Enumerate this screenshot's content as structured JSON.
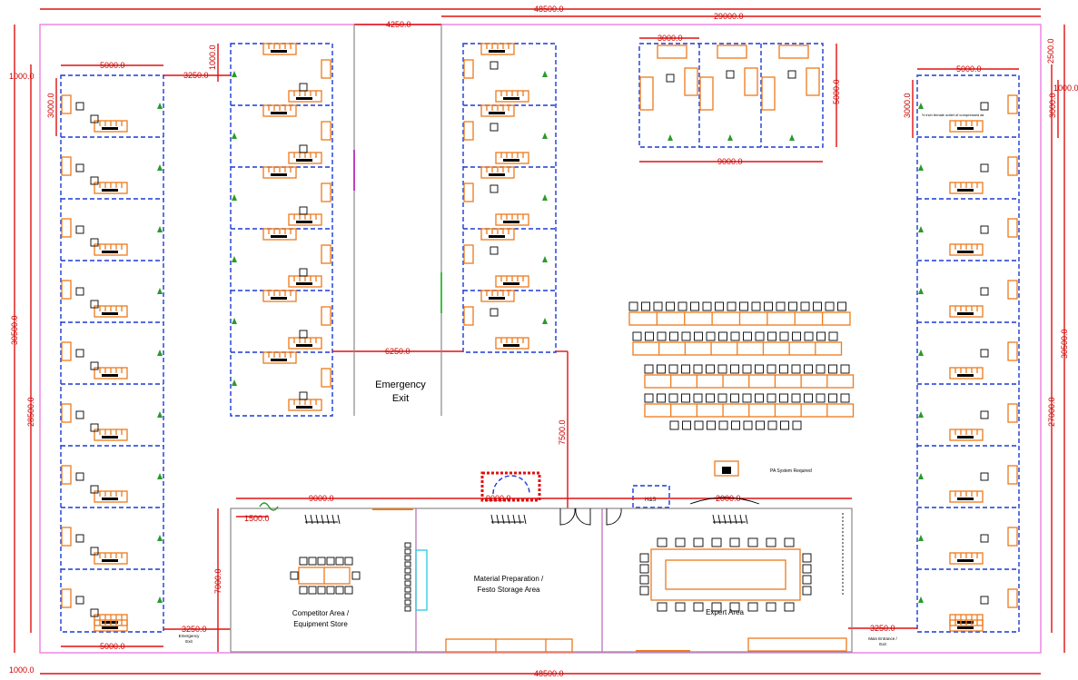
{
  "dimensions": {
    "top_total": "48500.0",
    "bottom_total": "48500.0",
    "top_right_section": "29000.0",
    "gap_top": "4250.0",
    "left_col_width_top": "5000.0",
    "left_col_width_bottom": "5000.0",
    "right_col_width_top": "5000.0",
    "left_offset_top": "1000.0",
    "left_offset_bottom": "1000.0",
    "right_top_offset": "2500.0",
    "right_offset_1000": "1000.0",
    "left_gap_3250": "3250.0",
    "left_gap_3250_bottom": "3250.0",
    "right_gap_3250_bottom": "3250.0",
    "left_bay_3000": "3000.0",
    "right_bay_3000a": "3000.0",
    "right_bay_3000b": "3000.0",
    "top_block_3000": "3000.0",
    "top_block_5000": "5000.0",
    "top_block_9000": "9000.0",
    "left_height_30500": "30500.0",
    "left_height_28500": "28500.0",
    "right_height_30500": "30500.0",
    "right_height_27000": "27000.0",
    "mid_6250": "6250.0",
    "mid_7500": "7500.0",
    "bld_9000_left": "9000.0",
    "bld_9000_mid": "9000.0",
    "bld_1500": "1500.0",
    "bld_7000": "7000.0",
    "bld_2000": "2000.0",
    "mid_1000": "1000.0"
  },
  "labels": {
    "emergency_exit_main": [
      "Emergency",
      "Exit"
    ],
    "emergency_exit_small": [
      "Emergency",
      "Exit"
    ],
    "main_entrance": [
      "Main Entrance /",
      "Exit"
    ],
    "material_prep": [
      "Material Preparation /",
      "Festo Storage Area"
    ],
    "competitor_area": [
      "Competitor Area /",
      "Equipment Store"
    ],
    "expert_area": "Expert Area",
    "pa_system": "PA System Required",
    "h_s": "H&S",
    "compressed_air_note": "½ inch female outlet of compressed air"
  },
  "colors": {
    "dimension": "#e01010",
    "booth": "#1a3ad6",
    "furniture": "#ee7a1a",
    "perimeter": "#f08ee6",
    "plant": "#2a9a2a"
  }
}
